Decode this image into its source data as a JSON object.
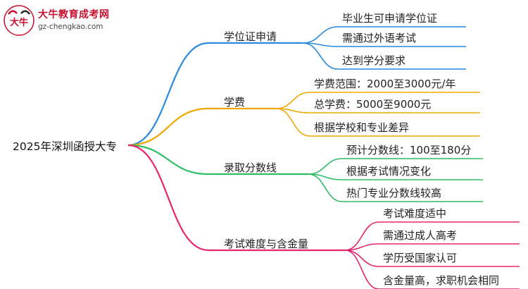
{
  "logo": {
    "name": "大牛教育成考网",
    "url": "gz-chengkao.com",
    "mark_text": "大牛"
  },
  "root": "2025年深圳函授大专",
  "branches": [
    {
      "label": "学位证申请",
      "color": "#2a8ae0",
      "children": [
        "毕业生可申请学位证",
        "需通过外语考试",
        "达到学分要求"
      ]
    },
    {
      "label": "学费",
      "color": "#f0a800",
      "children": [
        "学费范围：2000至3000元/年",
        "总学费：5000至9000元",
        "根据学校和专业差异"
      ]
    },
    {
      "label": "录取分数线",
      "color": "#2dbe64",
      "children": [
        "预计分数线：100至180分",
        "根据考试情况变化",
        "热门专业分数线较高"
      ]
    },
    {
      "label": "考试难度与含金量",
      "color": "#e8246f",
      "children": [
        "考试难度适中",
        "需通过成人高考",
        "学历受国家认可",
        "含金量高，求职机会相同"
      ]
    }
  ]
}
